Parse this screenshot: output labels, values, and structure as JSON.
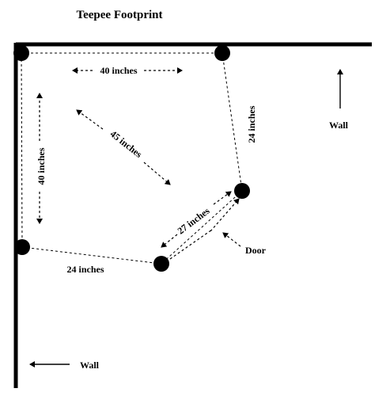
{
  "title": "Teepee Footprint",
  "measurements": {
    "top_edge": "40 inches",
    "left_edge": "40 inches",
    "diagonal": "45 inches",
    "right_edge": "24 inches",
    "bottom_edge": "24 inches",
    "door_edge": "27 inches"
  },
  "labels": {
    "wall_right": "Wall",
    "wall_bottom": "Wall",
    "door": "Door"
  },
  "colors": {
    "ink": "#000000",
    "background": "#ffffff"
  }
}
